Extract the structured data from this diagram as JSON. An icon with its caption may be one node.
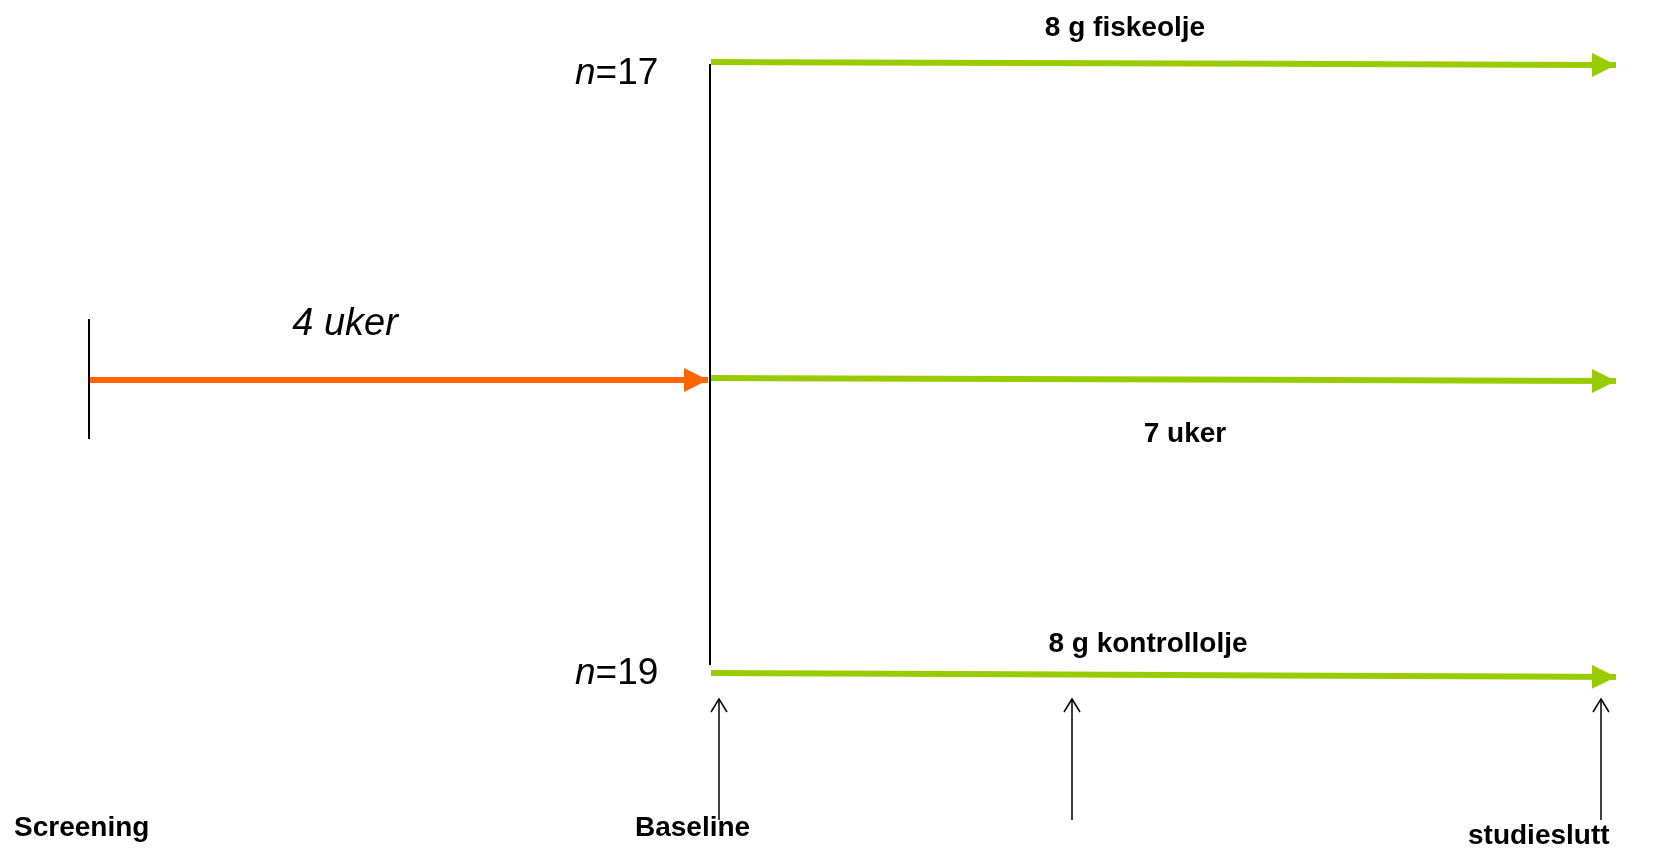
{
  "diagram": {
    "nodes": [
      {
        "text": [],
        "shape": "bar"
      },
      {
        "text": [],
        "shape": "bar",
        "beside": [
          "*n*=17",
          "*n*=19"
        ]
      }
    ],
    "edges": [
      {
        "from": 0,
        "to": 1,
        "arrow": "to",
        "label": "4 uker",
        "color": "#ff6600"
      },
      {
        "from": 1,
        "to": null,
        "arrow": "to",
        "label": "8 g fiskeolje"
      },
      {
        "from": 1,
        "to": null,
        "arrow": "to",
        "label": "7 uker"
      },
      {
        "from": 1,
        "to": null,
        "arrow": "to",
        "label": "8 g kontrollolje"
      }
    ],
    "labels": [
      "Screening",
      "Baseline",
      "studieslutt"
    ]
  }
}
